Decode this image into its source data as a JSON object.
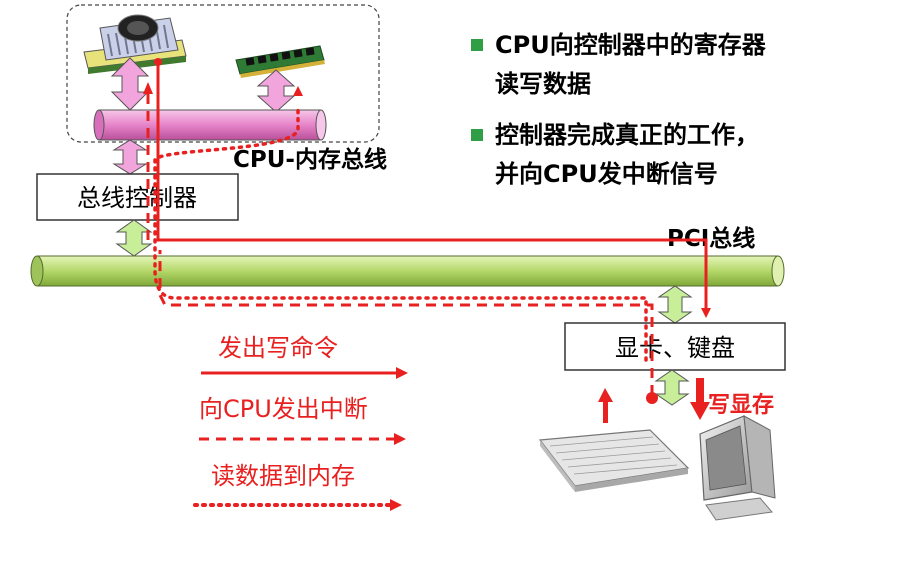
{
  "labels": {
    "cpu_mem_bus": "CPU-内存总线",
    "bus_controller": "总线控制器",
    "pci_bus": "PCI总线",
    "device": "显卡、键盘",
    "write_mem": "写显存"
  },
  "bullets": [
    {
      "line1": "CPU向控制器中的寄存器",
      "line2": "读写数据"
    },
    {
      "line1": "控制器完成真正的工作，",
      "line2": "并向CPU发中断信号"
    }
  ],
  "legend": [
    {
      "label": "发出写命令",
      "style": "solid"
    },
    {
      "label": "向CPU发出中断",
      "style": "dashed"
    },
    {
      "label": "读数据到内存",
      "style": "dotted"
    }
  ],
  "colors": {
    "signal": "#e8201f",
    "bullet": "#2f9e44",
    "cpu_bus_fill": "#e784c9",
    "pci_bus_fill": "#b4d86a",
    "arrow_pink": "#f2a5dc",
    "arrow_green": "#c8ee9a"
  },
  "icons": [
    "cpu-chip-icon",
    "memory-module-icon",
    "keyboard-icon",
    "monitor-icon"
  ]
}
